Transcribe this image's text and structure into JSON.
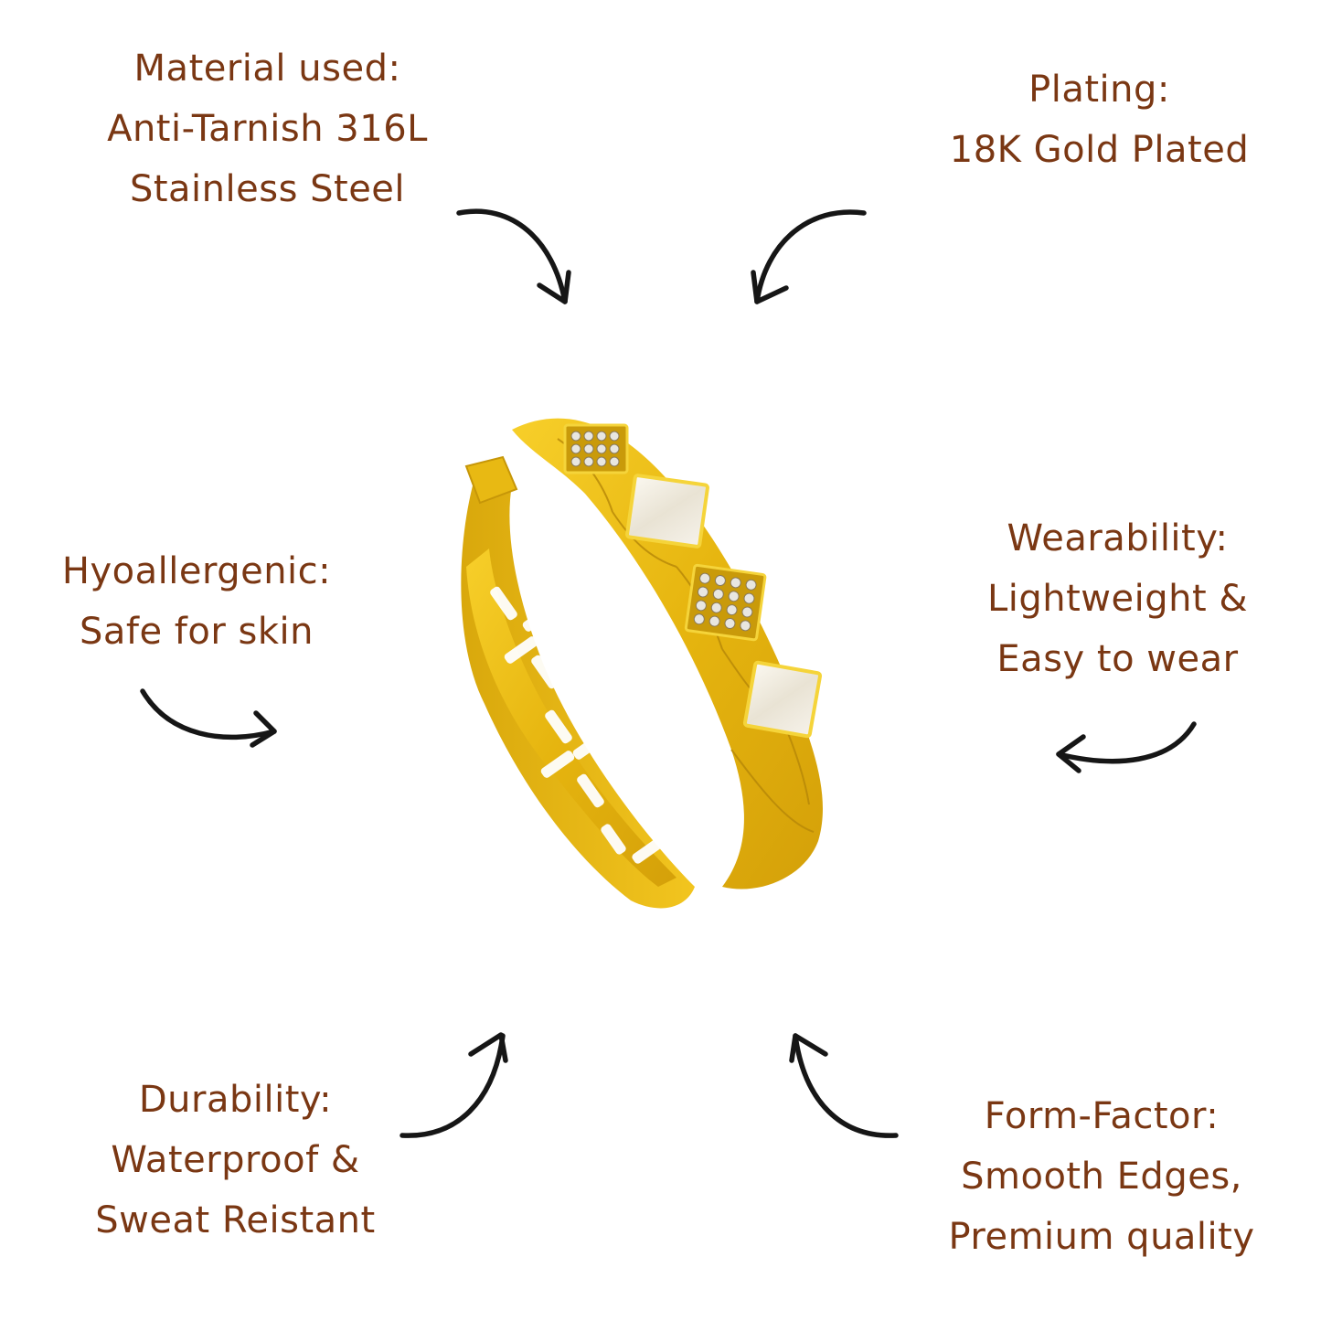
{
  "features": [
    {
      "id": "material",
      "title": "Material used:",
      "lines": [
        "Anti-Tarnish 316L",
        "Stainless Steel"
      ]
    },
    {
      "id": "plating",
      "title": "Plating:",
      "lines": [
        "18K Gold Plated"
      ]
    },
    {
      "id": "hypoallergenic",
      "title": "Hyoallergenic:",
      "lines": [
        "Safe for skin"
      ]
    },
    {
      "id": "wearability",
      "title": "Wearability:",
      "lines": [
        "Lightweight &",
        "Easy to wear"
      ]
    },
    {
      "id": "durability",
      "title": "Durability:",
      "lines": [
        "Waterproof &",
        "Sweat Reistant"
      ]
    },
    {
      "id": "form-factor",
      "title": "Form-Factor:",
      "lines": [
        "Smooth Edges,",
        "Premium quality"
      ]
    }
  ],
  "product": {
    "name": "gold-bangle-bracelet",
    "icon": "bracelet-icon"
  },
  "colors": {
    "text": "#7a3713",
    "arrow": "#161616",
    "gold": "#e8b913",
    "gold_dark": "#b98a08",
    "pearl": "#f3efe6",
    "background": "#ffffff"
  }
}
